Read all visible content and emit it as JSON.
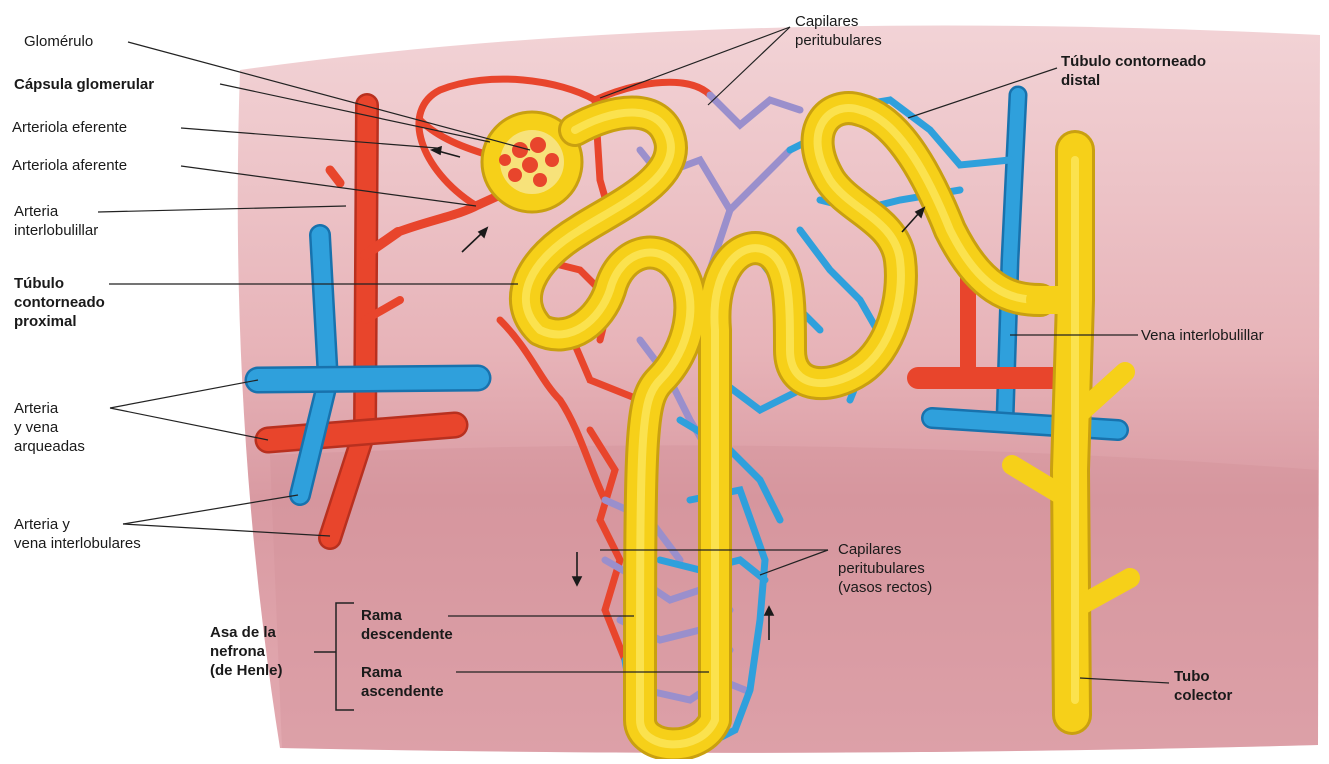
{
  "colors": {
    "tissue": "#e9b9bd",
    "tissue_dark": "#d58f98",
    "artery": "#e8452c",
    "artery_dark": "#b8301f",
    "vein": "#2fa0dc",
    "vein_dark": "#1872ad",
    "capillary_mix": "#9a8fcc",
    "tubule": "#f6d019",
    "tubule_light": "#fff07a",
    "tubule_dark": "#c9a010",
    "leader": "#222222"
  },
  "labels": {
    "glomerulo": "Glomérulo",
    "capsula": "Cápsula glomerular",
    "arteriola_eferente": "Arteriola eferente",
    "arteriola_aferente": "Arteriola aferente",
    "arteria_interlobulillar": [
      "Arteria",
      "interlobulillar"
    ],
    "tubulo_proximal": [
      "Túbulo",
      "contorneado",
      "proximal"
    ],
    "arteria_vena_arqueadas": [
      "Arteria",
      "y vena",
      "arqueadas"
    ],
    "arteria_vena_interlobulares": [
      "Arteria y",
      "vena interlobulares"
    ],
    "asa_nefrona": [
      "Asa de la",
      "nefrona",
      "(de Henle)"
    ],
    "rama_descendente": [
      "Rama",
      "descendente"
    ],
    "rama_ascendente": [
      "Rama",
      "ascendente"
    ],
    "capilares_top": [
      "Capilares",
      "peritubulares"
    ],
    "capilares_bottom": [
      "Capilares",
      "peritubulares",
      "(vasos rectos)"
    ],
    "tubulo_distal": [
      "Túbulo contorneado",
      "distal"
    ],
    "vena_interlobulillar": "Vena interlobulillar",
    "tubo_colector": [
      "Tubo",
      "colector"
    ]
  }
}
